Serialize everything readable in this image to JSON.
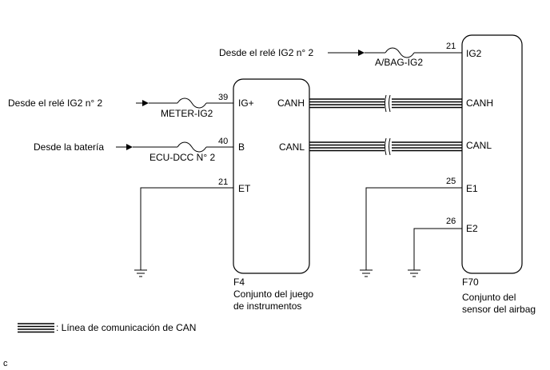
{
  "sources": {
    "top_relay": "Desde el relé IG2 n° 2",
    "left_relay": "Desde el relé IG2 n° 2",
    "battery": "Desde la batería"
  },
  "fuses": {
    "airbag": "A/BAG-IG2",
    "meter": "METER-IG2",
    "ecu": "ECU-DCC N° 2"
  },
  "f4": {
    "code": "F4",
    "name_line1": "Conjunto del juego",
    "name_line2": "de instrumentos",
    "pins": {
      "ig": {
        "num": "39",
        "label": "IG+"
      },
      "b": {
        "num": "40",
        "label": "B"
      },
      "et": {
        "num": "21",
        "label": "ET"
      },
      "canh": "CANH",
      "canl": "CANL"
    }
  },
  "f70": {
    "code": "F70",
    "name_line1": "Conjunto del",
    "name_line2": "sensor del airbag",
    "pins": {
      "ig2": {
        "num": "21",
        "label": "IG2"
      },
      "canh": "CANH",
      "canl": "CANL",
      "e1": {
        "num": "25",
        "label": "E1"
      },
      "e2": {
        "num": "26",
        "label": "E2"
      }
    }
  },
  "legend": {
    "text": ": Línea de comunicación de CAN"
  },
  "corner_mark": "c"
}
